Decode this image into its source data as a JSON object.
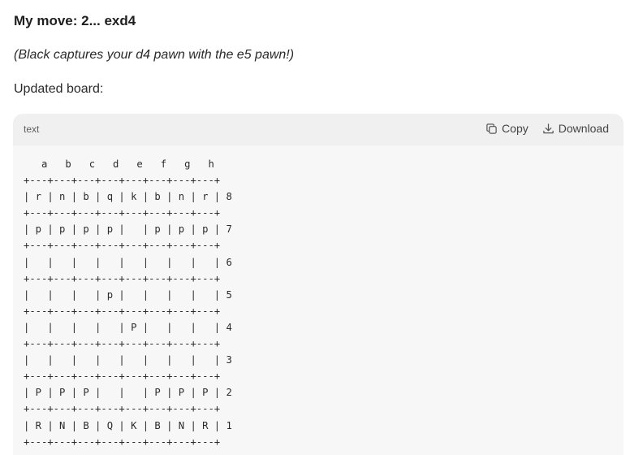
{
  "message": {
    "heading": "My move: 2... exd4",
    "note": "(Black captures your d4 pawn with the e5 pawn!)",
    "label": "Updated board:"
  },
  "codeblock": {
    "language": "text",
    "copy_label": "Copy",
    "download_label": "Download",
    "icons": {
      "copy": "copy-icon",
      "download": "download-icon"
    },
    "content": "   a   b   c   d   e   f   g   h\n+---+---+---+---+---+---+---+---+\n| r | n | b | q | k | b | n | r | 8\n+---+---+---+---+---+---+---+---+\n| p | p | p | p |   | p | p | p | 7\n+---+---+---+---+---+---+---+---+\n|   |   |   |   |   |   |   |   | 6\n+---+---+---+---+---+---+---+---+\n|   |   |   | p |   |   |   |   | 5\n+---+---+---+---+---+---+---+---+\n|   |   |   |   | P |   |   |   | 4\n+---+---+---+---+---+---+---+---+\n|   |   |   |   |   |   |   |   | 3\n+---+---+---+---+---+---+---+---+\n| P | P | P |   |   | P | P | P | 2\n+---+---+---+---+---+---+---+---+\n| R | N | B | Q | K | B | N | R | 1\n+---+---+---+---+---+---+---+---+"
  }
}
